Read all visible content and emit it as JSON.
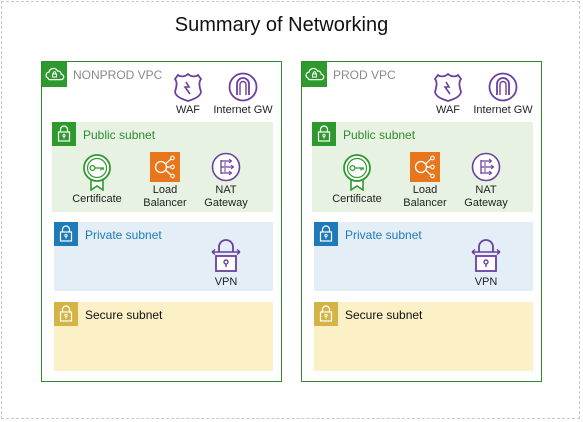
{
  "title": "Summary of Networking",
  "colors": {
    "vpc_green": "#2e9a2e",
    "public_bg": "#e8f2e3",
    "private_bg": "#e4eef6",
    "private_accent": "#1f7ab8",
    "secure_bg": "#fcf0c7",
    "secure_accent": "#d4b446",
    "icon_purple": "#6b3fa0",
    "elb_orange": "#e8761c"
  },
  "vpcs": [
    {
      "label": "NONPROD VPC",
      "waf": "WAF",
      "igw": "Internet GW",
      "public_subnet": "Public subnet",
      "certificate": "Certificate",
      "load_balancer": [
        "Load",
        "Balancer"
      ],
      "nat_gateway": [
        "NAT",
        "Gateway"
      ],
      "private_subnet": "Private subnet",
      "vpn": "VPN",
      "secure_subnet": "Secure subnet"
    },
    {
      "label": "PROD VPC",
      "waf": "WAF",
      "igw": "Internet GW",
      "public_subnet": "Public subnet",
      "certificate": "Certificate",
      "load_balancer": [
        "Load",
        "Balancer"
      ],
      "nat_gateway": [
        "NAT",
        "Gateway"
      ],
      "private_subnet": "Private subnet",
      "vpn": "VPN",
      "secure_subnet": "Secure subnet"
    }
  ]
}
